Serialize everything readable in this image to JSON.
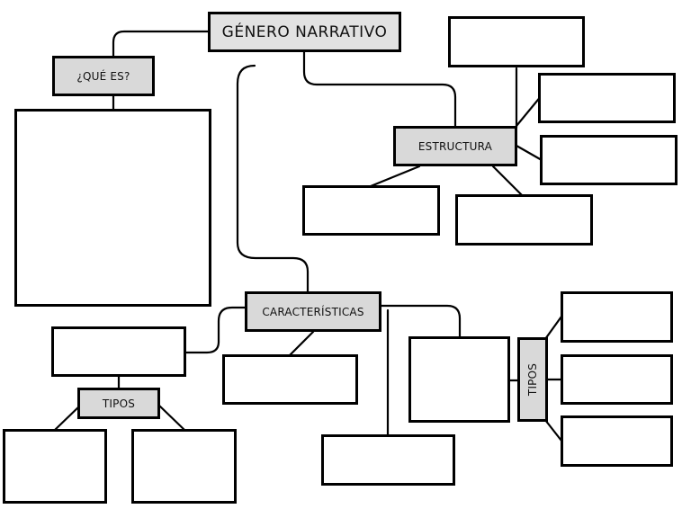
{
  "labels": {
    "title": "GÉNERO NARRATIVO",
    "que_es": "¿QUÉ ES?",
    "estructura": "ESTRUCTURA",
    "caracteristicas": "CARACTERÍSTICAS",
    "tipos_left": "TIPOS",
    "tipos_right": "TIPOS"
  }
}
